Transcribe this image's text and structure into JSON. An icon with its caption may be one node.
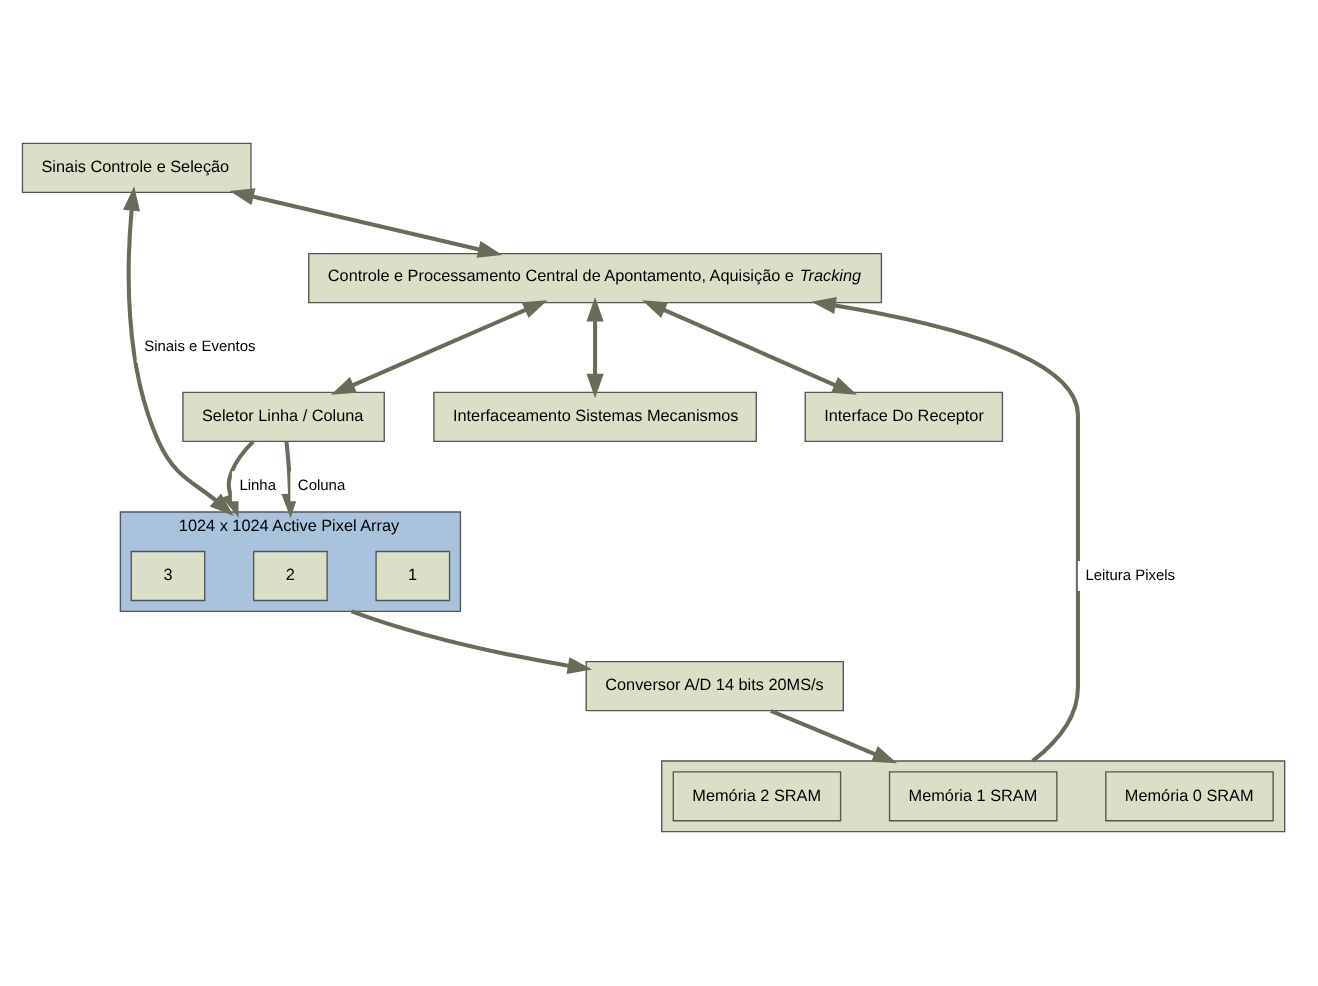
{
  "diagram": {
    "nodes": [
      {
        "text": [
          "Seletor Linha / Coluna"
        ]
      },
      {
        "text": [
          "1024 x 1024 Active Pixel Array"
        ]
      },
      {
        "text": [
          "1"
        ],
        "in": 1
      },
      {
        "text": [
          "2"
        ],
        "in": 1
      },
      {
        "text": [
          "3"
        ],
        "in": 1
      },
      {
        "text": [
          "Conversor A/D 14 bits 20MS/s"
        ]
      },
      {
        "text": [
          "Sinais Controle e Seleção"
        ]
      },
      {
        "text": [
          "Controle e Processamento Central de Apontamento, Aquisição e *Tracking*"
        ]
      },
      {
        "text": [],
        "shape": "box"
      },
      {
        "text": [
          "Memória 0 SRAM"
        ],
        "in": 8
      },
      {
        "text": [
          "Memória 1 SRAM"
        ],
        "in": 8
      },
      {
        "text": [
          "Memória 2 SRAM"
        ],
        "in": 8
      },
      {
        "text": [
          "Interfaceamento Sistemas Mecanismos"
        ]
      },
      {
        "text": [
          "Interface Do Receptor"
        ]
      }
    ],
    "edges": [
      {
        "from": 0,
        "to": 1,
        "arrow": "to",
        "label": "Linha"
      },
      {
        "from": 0,
        "to": 1,
        "arrow": "to",
        "label": "Coluna"
      },
      {
        "from": 1,
        "to": 5,
        "arrow": "to"
      },
      {
        "from": 5,
        "to": 8,
        "arrow": "to"
      },
      {
        "from": 8,
        "to": 7,
        "arrow": "to",
        "label": "Leitura Pixels"
      },
      {
        "from": 6,
        "to": 1,
        "arrow": "both",
        "label": "Sinais e Eventos"
      },
      {
        "from": 7,
        "to": 0,
        "arrow": "both"
      },
      {
        "from": 6,
        "to": 7,
        "arrow": "both"
      },
      {
        "from": 7,
        "to": 12,
        "arrow": "both"
      },
      {
        "from": 7,
        "to": 13,
        "arrow": "both"
      }
    ]
  }
}
